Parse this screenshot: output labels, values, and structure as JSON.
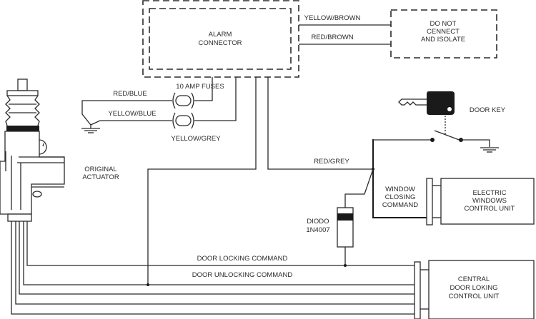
{
  "diagram": {
    "title": "Central door locking alarm wiring diagram",
    "components": {
      "alarm_connector": {
        "line1": "ALARM",
        "line2": "CONNECTOR"
      },
      "do_not_connect": {
        "line1": "DO NOT",
        "line2": "CENNECT",
        "line3": "AND ISOLATE"
      },
      "fuses": {
        "label": "10 AMP FUSES"
      },
      "actuator": {
        "line1": "ORIGINAL",
        "line2": "ACTUATOR"
      },
      "door_key": {
        "label": "DOOR KEY"
      },
      "window_closing": {
        "line1": "WINDOW",
        "line2": "CLOSING",
        "line3": "COMMAND"
      },
      "electric_windows": {
        "line1": "ELECTRIC",
        "line2": "WINDOWS",
        "line3": "CONTROL UNIT"
      },
      "diode": {
        "line1": "DIODO",
        "line2": "1N4007"
      },
      "central_unit": {
        "line1": "CENTRAL",
        "line2": "DOOR LOKING",
        "line3": "CONTROL UNIT"
      }
    },
    "wires": {
      "yellow_brown": "YELLOW/BROWN",
      "red_brown": "RED/BROWN",
      "red_blue": "RED/BLUE",
      "yellow_blue": "YELLOW/BLUE",
      "yellow_grey": "YELLOW/GREY",
      "red_grey": "RED/GREY",
      "door_locking": "DOOR LOCKING COMMAND",
      "door_unlocking": "DOOR UNLOCKING COMMAND"
    },
    "colors": {
      "line": "#2a2a2a",
      "background": "#ffffff"
    }
  }
}
